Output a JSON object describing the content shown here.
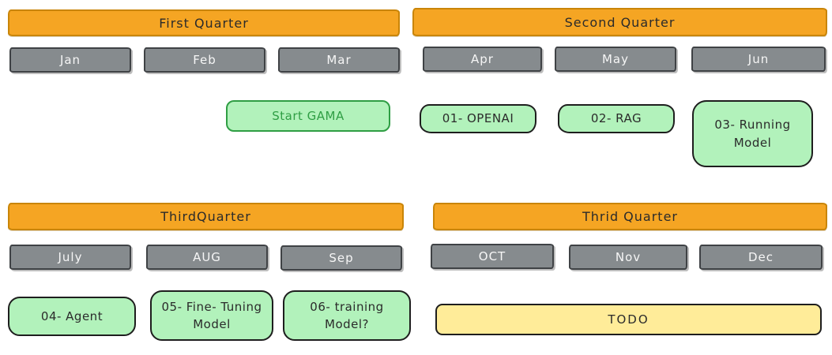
{
  "diagram": {
    "quarters": [
      {
        "label": "First Quarter"
      },
      {
        "label": "Second Quarter"
      },
      {
        "label": "ThirdQuarter"
      },
      {
        "label": "Thrid Quarter"
      }
    ],
    "months": [
      "Jan",
      "Feb",
      "Mar",
      "Apr",
      "May",
      "Jun",
      "July",
      "AUG",
      "Sep",
      "OCT",
      "Nov",
      "Dec"
    ],
    "tasks": [
      {
        "label": "Start GAMA"
      },
      {
        "label": "01- OPENAI"
      },
      {
        "label": "02- RAG"
      },
      {
        "label": "03- Running Model"
      },
      {
        "label": "04- Agent"
      },
      {
        "label": "05- Fine- Tuning Model"
      },
      {
        "label": "06- training Model?"
      },
      {
        "label": "TODO"
      }
    ],
    "colors": {
      "quarter_fill": "#F5A523",
      "month_fill": "#868B8E",
      "task_fill": "#B2F2BB",
      "task_green_outline": "#2F9E44",
      "todo_fill": "#FFEC99",
      "stroke_dark": "#1E1E1E"
    }
  }
}
